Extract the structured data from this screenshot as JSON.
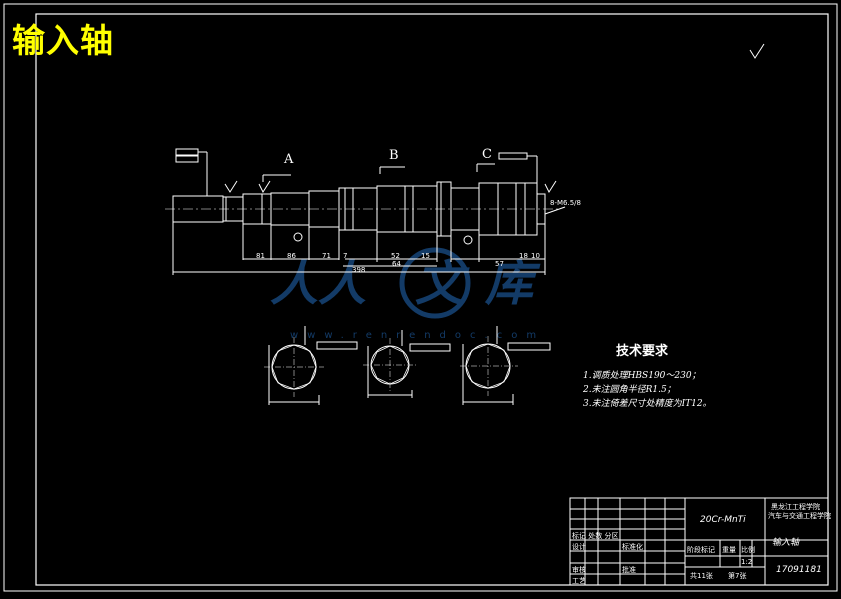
{
  "drawing": {
    "title": "输入轴",
    "section_labels": [
      "A",
      "B",
      "C"
    ],
    "tech_requirements": {
      "heading": "技术要求",
      "notes": [
        "1.调质处理HBS190～230；",
        "2.未注圆角半径R1.5；",
        "3.未注倚差尺寸处精度为IT12。"
      ]
    },
    "dimensions": [
      "81",
      "86",
      "71",
      "7",
      "52",
      "15",
      "64",
      "57",
      "18",
      "10",
      "398"
    ],
    "thread_callout": "8-M6.5/8",
    "title_block": {
      "material": "20Cr-MnTi",
      "school_line1": "黑龙江工程学院",
      "school_line2": "汽车与交通工程学院",
      "part_name": "输入轴",
      "drawing_no": "17091181",
      "scale_label": "比例",
      "scale_value": "1:2",
      "stage_label": "阶段标记",
      "weight_label": "重量",
      "sheet_total": "共11张",
      "sheet_no": "第7张",
      "left_rows": [
        "标记 处数 分区",
        "设计",
        "审核",
        "工艺"
      ],
      "date_label": "标准化",
      "approve_label": "批准"
    },
    "colors": {
      "background": "#000000",
      "lines": "#ffffff",
      "title": "#ffff00",
      "watermark": "#1a4f8a"
    }
  }
}
